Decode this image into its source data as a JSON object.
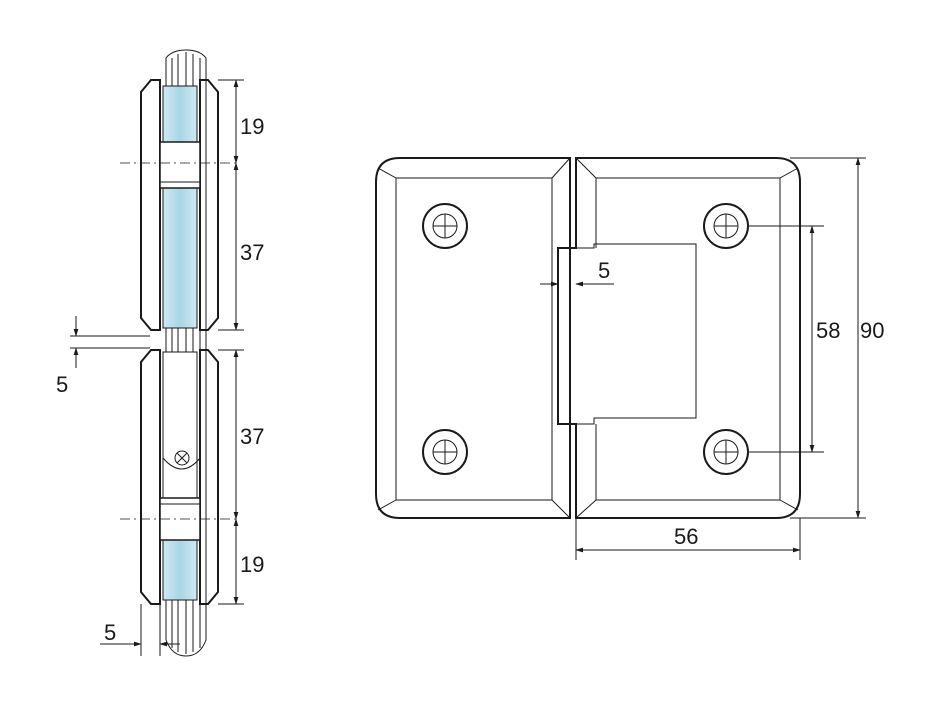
{
  "side_view": {
    "dims": {
      "top_plate": "19",
      "upper_leaf": "37",
      "gap": "5",
      "lower_leaf": "37",
      "bottom_plate": "19",
      "bottom_offset": "5"
    }
  },
  "front_view": {
    "dims": {
      "step": "5",
      "hole_spacing": "58",
      "height": "90",
      "width": "56"
    }
  },
  "colors": {
    "line": "#1a1a1a",
    "glass": "#b8dcea"
  }
}
